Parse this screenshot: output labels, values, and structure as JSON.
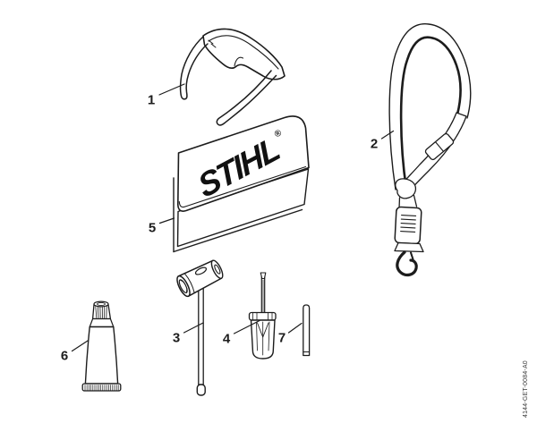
{
  "page": {
    "background": "#ffffff",
    "ink": "#1c1c1c"
  },
  "drawing_number": "4144-GET-0084-A0",
  "bag_logo": {
    "text": "STIHL",
    "registered": "®"
  },
  "callouts": [
    {
      "number": "1",
      "figure": "safety-glasses"
    },
    {
      "number": "2",
      "figure": "shoulder-strap"
    },
    {
      "number": "3",
      "figure": "combination-wrench"
    },
    {
      "number": "4",
      "figure": "screwdriver"
    },
    {
      "number": "5",
      "figure": "tool-bag"
    },
    {
      "number": "6",
      "figure": "grease-tube"
    },
    {
      "number": "7",
      "figure": "pin"
    }
  ]
}
